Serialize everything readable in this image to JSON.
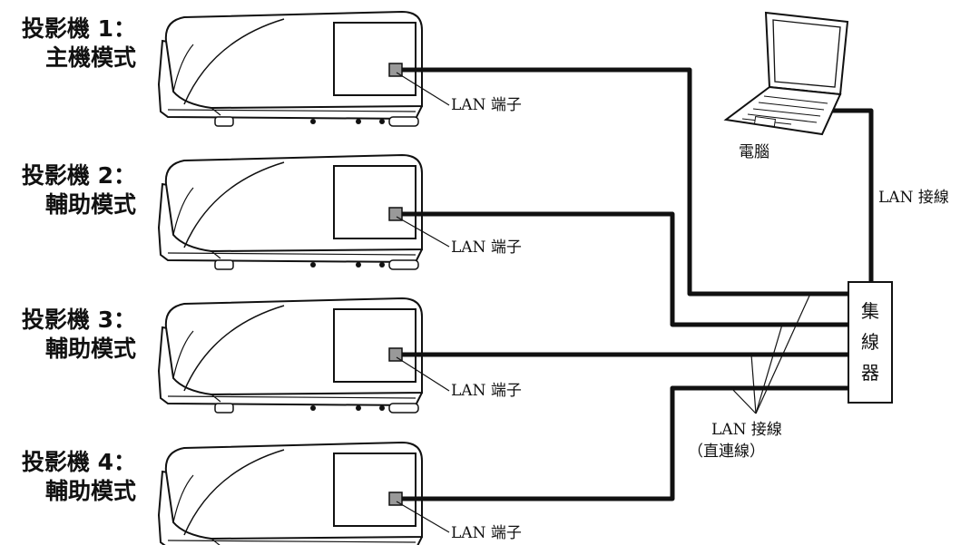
{
  "projectors": [
    {
      "name": "投影機 1：",
      "mode": "主機模式",
      "port_label": "LAN 端子"
    },
    {
      "name": "投影機 2：",
      "mode": "輔助模式",
      "port_label": "LAN 端子"
    },
    {
      "name": "投影機 3：",
      "mode": "輔助模式",
      "port_label": "LAN 端子"
    },
    {
      "name": "投影機 4：",
      "mode": "輔助模式",
      "port_label": "LAN 端子"
    }
  ],
  "computer_label": "電腦",
  "hub_chars": [
    "集",
    "線",
    "器"
  ],
  "computer_cable_label": "LAN 接線",
  "straight_cable_label": "LAN 接線",
  "straight_cable_note": "（直連線）"
}
